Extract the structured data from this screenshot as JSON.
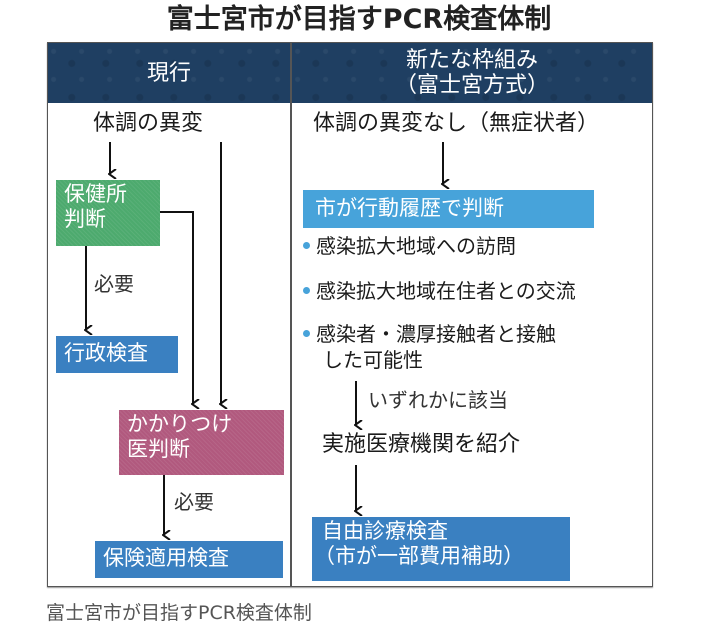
{
  "title": "富士宮市が目指すPCR検査体制",
  "columns": {
    "current": {
      "header": "現行",
      "start": "体調の異変",
      "health_center_box": [
        "保健所",
        "判断"
      ],
      "needed_label_1": "必要",
      "admin_test_box": "行政検査",
      "family_doctor_box": [
        "かかりつけ",
        "医判断"
      ],
      "needed_label_2": "必要",
      "insurance_test_box": "保険適用検査"
    },
    "new": {
      "header_line1": "新たな枠組み",
      "header_line2": "（富士宮方式）",
      "start": "体調の異変なし（無症状者）",
      "city_judgement_box": "市が行動履歴で判断",
      "criteria": [
        "感染拡大地域への訪問",
        "感染拡大地域在住者との交流",
        "感染者・濃厚接触者と接触",
        "した可能性"
      ],
      "any_applies_label": "いずれかに該当",
      "referral": "実施医療機関を紹介",
      "free_test_box": [
        "自由診療検査",
        "（市が一部費用補助）"
      ]
    }
  },
  "caption": "富士宮市が目指すPCR検査体制",
  "colors": {
    "header": "#1f3f62",
    "green_box": "#4daa6e",
    "pink_box": "#b1597e",
    "blue_box": "#3a80c1",
    "light_blue_box": "#47a3da"
  }
}
